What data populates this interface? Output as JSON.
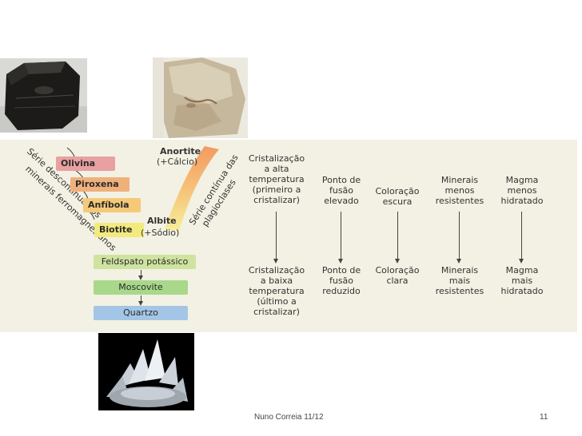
{
  "diagram": {
    "left_series_label_line1": "Série descontínua dos",
    "left_series_label_line2": "minerais ferromagnesianos",
    "right_series_label_line1": "Série contínua das",
    "right_series_label_line2": "plagioclases",
    "anortite": "Anortite",
    "anortite_note": "(+Cálcio)",
    "albite": "Albite",
    "albite_note": "(+Sódio)",
    "minerals": [
      "Olivina",
      "Piroxena",
      "Anfíbola",
      "Biotite"
    ],
    "lower_minerals": [
      "Feldspato potássico",
      "Moscovite",
      "Quartzo"
    ],
    "top_row": [
      "Cristalização\na alta\ntemperatura\n(primeiro a\ncristalizar)",
      "Ponto de\nfusão\nelevado",
      "Coloração\nescura",
      "Minerais\nmenos\nresistentes",
      "Magma\nmenos\nhidratado"
    ],
    "bottom_row": [
      "Cristalização\na baixa\ntemperatura\n(último a\ncristalizar)",
      "Ponto de\nfusão\nreduzido",
      "Coloração\nclara",
      "Minerais\nmais\nresistentes",
      "Magma\nmais\nhidratado"
    ]
  },
  "footer": {
    "author": "Nuno Correia 11/12",
    "page": "11"
  },
  "colors": {
    "olivina": "#e8a0a0",
    "piroxena": "#f0b07c",
    "anfibola": "#f5c978",
    "biotite": "#f3ea7e",
    "feldspato": "#cfe3a0",
    "moscovite": "#a8d88a",
    "quartzo": "#a4c6e6"
  }
}
